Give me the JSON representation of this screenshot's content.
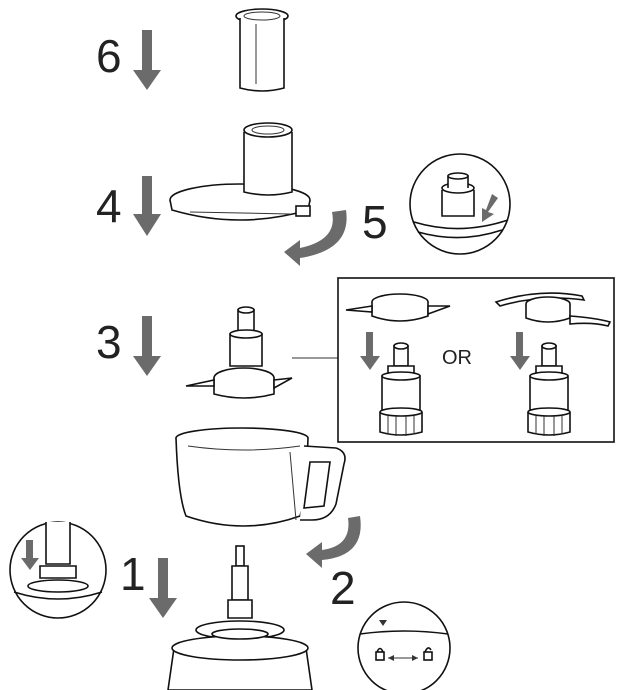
{
  "steps": {
    "s1": "1",
    "s2": "2",
    "s3": "3",
    "s4": "4",
    "s5": "5",
    "s6": "6"
  },
  "inset_label_or": "OR",
  "colors": {
    "arrow": "#6b6b6b",
    "line": "#111111",
    "background": "#ffffff"
  },
  "icons": [
    "down-arrow-icon",
    "rotate-arrow-icon",
    "lock-icon",
    "unlock-icon"
  ]
}
